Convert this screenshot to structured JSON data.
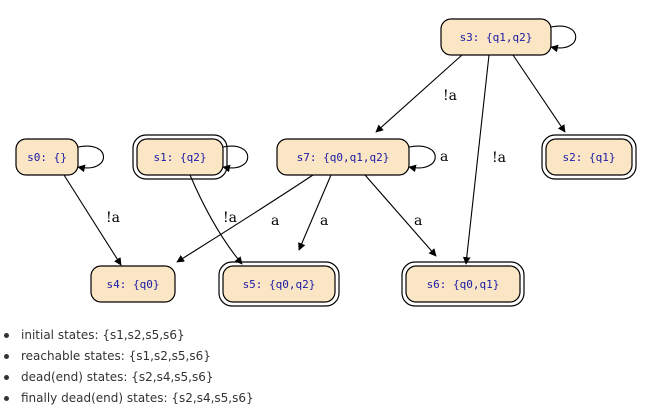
{
  "states": [
    {
      "id": "s0",
      "label": "s0: {}",
      "accepting": false
    },
    {
      "id": "s1",
      "label": "s1: {q2}",
      "accepting": true
    },
    {
      "id": "s2",
      "label": "s2: {q1}",
      "accepting": true
    },
    {
      "id": "s3",
      "label": "s3: {q1,q2}",
      "accepting": false
    },
    {
      "id": "s4",
      "label": "s4: {q0}",
      "accepting": false
    },
    {
      "id": "s5",
      "label": "s5: {q0,q2}",
      "accepting": true
    },
    {
      "id": "s6",
      "label": "s6: {q0,q1}",
      "accepting": true
    },
    {
      "id": "s7",
      "label": "s7: {q0,q1,q2}",
      "accepting": false
    }
  ],
  "transitions": [
    {
      "from": "s0",
      "to": "s0",
      "label": ""
    },
    {
      "from": "s1",
      "to": "s1",
      "label": ""
    },
    {
      "from": "s3",
      "to": "s3",
      "label": ""
    },
    {
      "from": "s7",
      "to": "s7",
      "label": "a"
    },
    {
      "from": "s0",
      "to": "s4",
      "label": "!a"
    },
    {
      "from": "s1",
      "to": "s5",
      "label": "!a"
    },
    {
      "from": "s3",
      "to": "s7",
      "label": "!a"
    },
    {
      "from": "s3",
      "to": "s6",
      "label": "!a"
    },
    {
      "from": "s3",
      "to": "s2",
      "label": ""
    },
    {
      "from": "s7",
      "to": "s4",
      "label": "a"
    },
    {
      "from": "s7",
      "to": "s5",
      "label": "a"
    },
    {
      "from": "s7",
      "to": "s6",
      "label": "a"
    }
  ],
  "facts": [
    "initial states: {s1,s2,s5,s6}",
    "reachable states: {s1,s2,s5,s6}",
    "dead(end) states: {s2,s4,s5,s6}",
    "finally dead(end) states: {s2,s4,s5,s6}"
  ],
  "colors": {
    "node_fill": "#fae5c4",
    "node_label": "#1a1aa6"
  }
}
